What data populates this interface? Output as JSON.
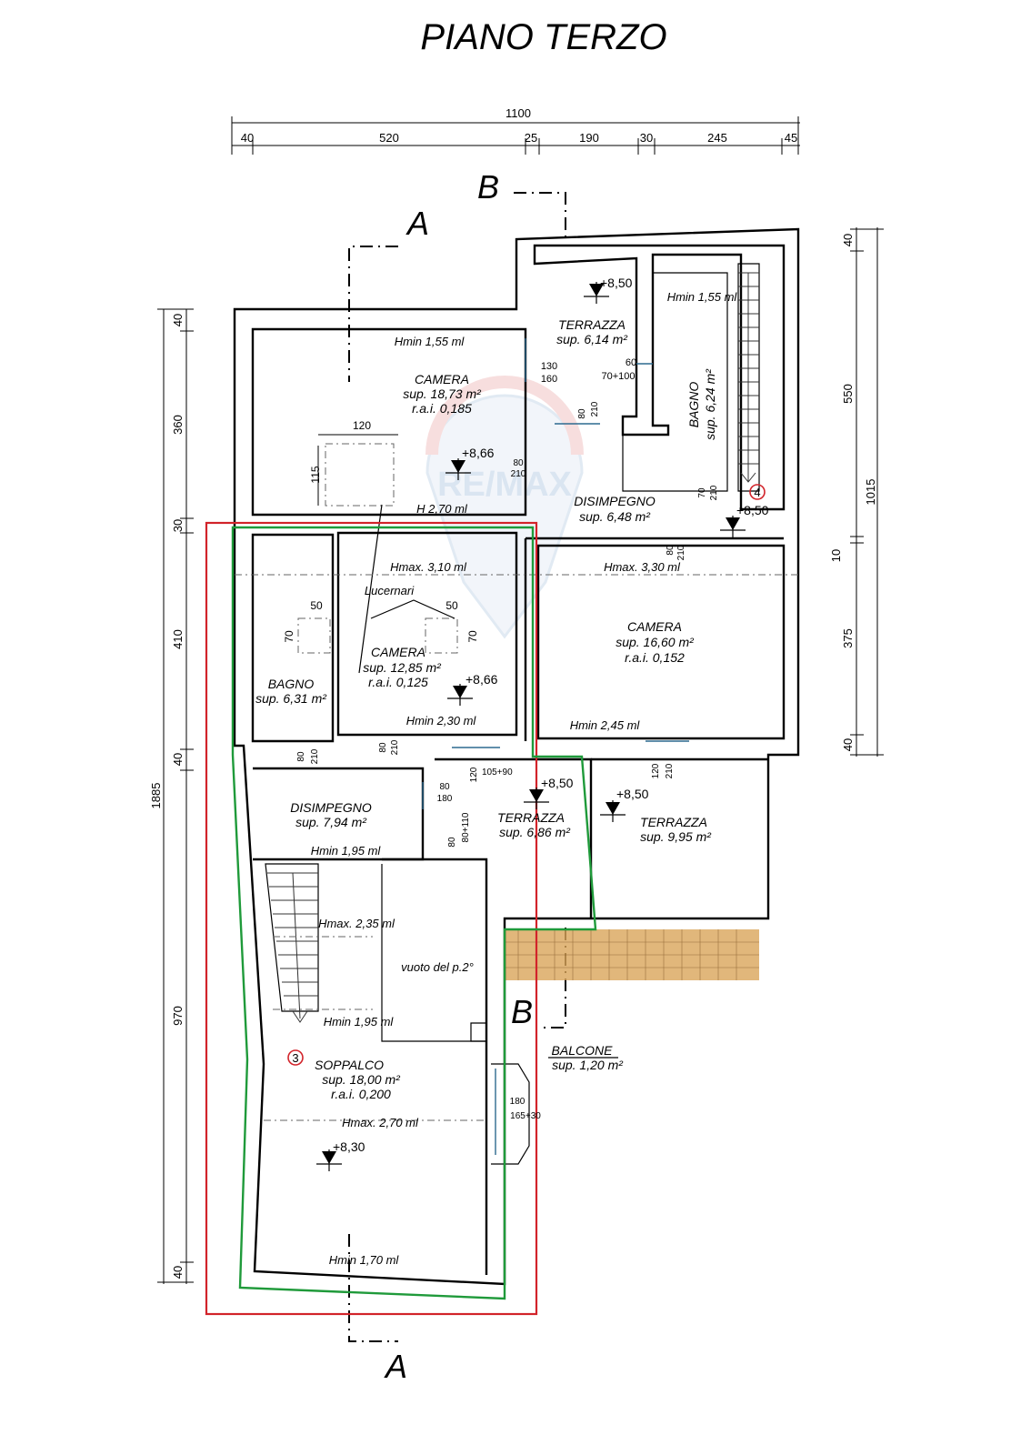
{
  "title": "PIANO TERZO",
  "colors": {
    "red_outline": "#d2232a",
    "green_outline": "#1f9a3a",
    "roof_tiles": "#d9a55a",
    "watermark": "#c9d9ea"
  },
  "watermark": "RE/MAX",
  "dims_top": {
    "total": "1100",
    "segments": [
      "40",
      "520",
      "25",
      "190",
      "30",
      "245",
      "45"
    ]
  },
  "dims_left": {
    "total": "1885",
    "segments": [
      "40",
      "360",
      "30",
      "410",
      "40",
      "970",
      "40"
    ]
  },
  "dims_right": {
    "total": "1015",
    "segments": [
      "40",
      "550",
      "10",
      "375",
      "40"
    ]
  },
  "sections": {
    "a_top": "A",
    "a_bottom": "A",
    "b_top": "B",
    "b_bottom": "B"
  },
  "markers": {
    "stair3": "3",
    "stair4": "4"
  },
  "rooms": [
    {
      "name": "CAMERA",
      "sup": "sup. 18,73 m²",
      "rai": "r.a.i.  0,185"
    },
    {
      "name": "TERRAZZA",
      "sup": "sup. 6,14 m²"
    },
    {
      "name": "BAGNO",
      "sup": "sup. 6,24 m²"
    },
    {
      "name": "DISIMPEGNO",
      "sup": "sup. 6,48 m²"
    },
    {
      "name": "CAMERA",
      "sup": "sup.   16,60 m²",
      "rai": "r.a.i.  0,152"
    },
    {
      "name": "BAGNO",
      "sup": "sup. 6,31 m²"
    },
    {
      "name": "CAMERA",
      "sup": "sup. 12,85 m²",
      "rai": "r.a.i.   0,125"
    },
    {
      "name": "DISIMPEGNO",
      "sup": "sup.   7,94 m²"
    },
    {
      "name": "TERRAZZA",
      "sup": "sup. 6,86 m²"
    },
    {
      "name": "TERRAZZA",
      "sup": "sup. 9,95 m²"
    },
    {
      "name": "SOPPALCO",
      "sup": "sup. 18,00 m²",
      "rai": "r.a.i.   0,200"
    },
    {
      "name": "BALCONE",
      "sup": "sup. 1,20 m²"
    }
  ],
  "heights": {
    "h1": "Hmin 1,55 ml",
    "h2": "Hmin 1,55 ml",
    "h3": "H 2,70 ml",
    "h4": "Hmax. 3,10 ml",
    "h5": "Hmax. 3,30 ml",
    "h6": "Hmin 2,30 ml",
    "h7": "Hmin 2,45 ml",
    "h8": "Hmin 1,95 ml",
    "h9": "Hmax. 2,35 ml",
    "h10": "Hmin 1,95 ml",
    "h11": "Hmax. 2,70 ml",
    "h12": "Hmin 1,70 ml"
  },
  "levels": {
    "l1": "+8,50",
    "l2": "+8,66",
    "l3": "+8,50",
    "l4": "+8,66",
    "l5": "+8,50",
    "l6": "+8,50",
    "l7": "+8,30"
  },
  "labels": {
    "lucernari": "Lucernari",
    "vuoto": "vuoto del p.2°"
  },
  "openings": {
    "o1": "130",
    "o2": "160",
    "o3": "60",
    "o4": "70+100",
    "o5": "80",
    "o6": "210",
    "o7": "80",
    "o8": "210",
    "o9": "70",
    "o10": "210",
    "o11": "80",
    "o12": "210",
    "o13": "120",
    "o14": "115",
    "o15": "50",
    "o16": "70",
    "o17": "50",
    "o18": "70",
    "o19": "80",
    "o20": "210",
    "o21": "80",
    "o22": "210",
    "o23": "120",
    "o24": "105+90",
    "o25": "120",
    "o26": "210",
    "o27": "80",
    "o28": "180",
    "o29": "80",
    "o30": "80+110",
    "o31": "180",
    "o32": "165+30"
  }
}
